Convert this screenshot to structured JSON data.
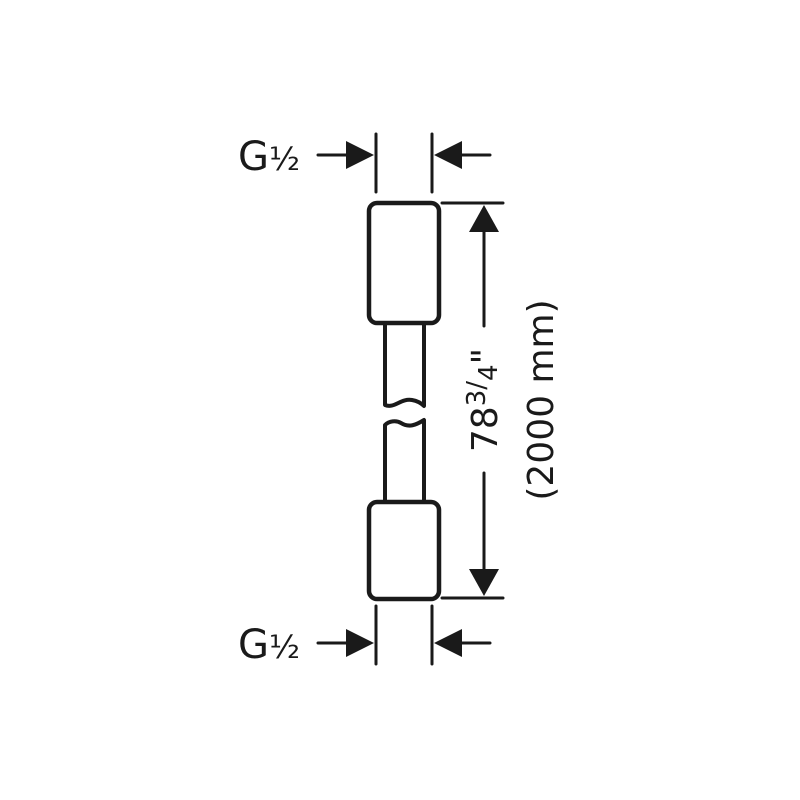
{
  "diagram": {
    "top_thread": {
      "main": "G",
      "fraction": "½"
    },
    "bottom_thread": {
      "main": "G",
      "fraction": "½"
    },
    "length_imperial": {
      "whole": "78",
      "numerator": "3",
      "slash": "/",
      "denominator": "4",
      "unit": "\""
    },
    "length_metric": "(2000 mm)",
    "stroke_color": "#1a1a1a"
  }
}
